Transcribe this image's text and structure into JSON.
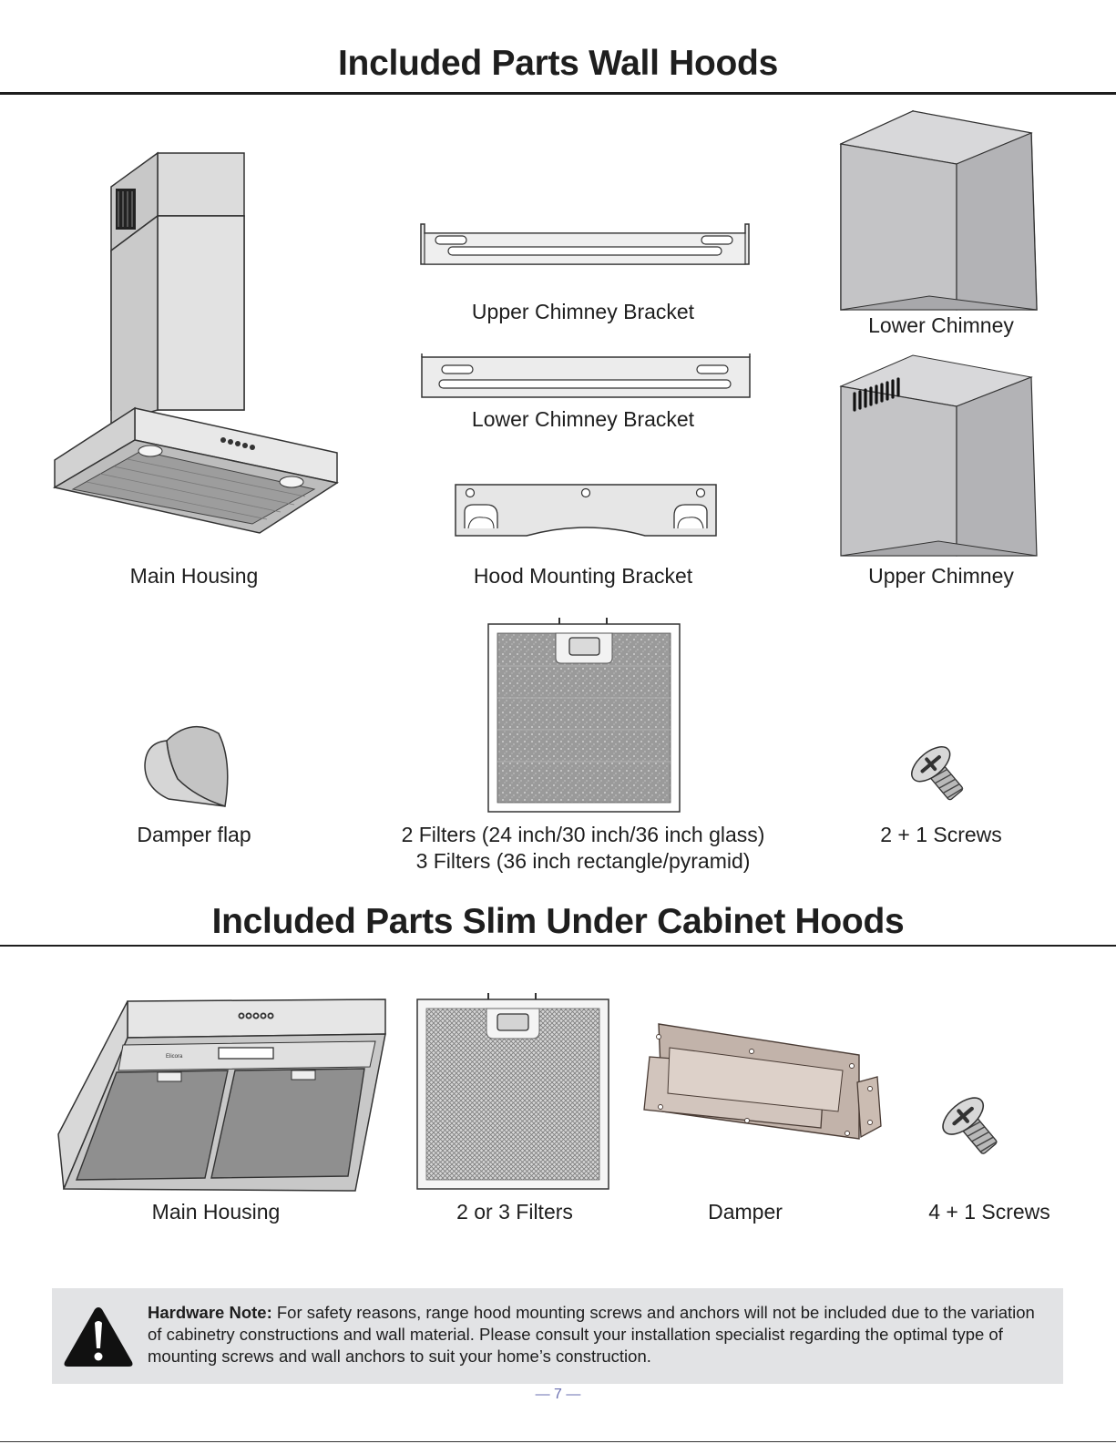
{
  "wall_section": {
    "title": "Included Parts Wall Hoods",
    "captions": {
      "main_housing": "Main Housing",
      "upper_chimney_bracket": "Upper Chimney Bracket",
      "lower_chimney_bracket": "Lower Chimney Bracket",
      "hood_mounting_bracket": "Hood Mounting Bracket",
      "lower_chimney": "Lower Chimney",
      "upper_chimney": "Upper Chimney",
      "damper_flap": "Damper flap",
      "filters_line1": "2 Filters (24 inch/30 inch/36 inch glass)",
      "filters_line2": "3 Filters (36 inch rectangle/pyramid)",
      "screws": "2 + 1 Screws"
    }
  },
  "cabinet_section": {
    "title": "Included Parts Slim Under Cabinet Hoods",
    "captions": {
      "main_housing": "Main Housing",
      "filters": "2 or 3 Filters",
      "damper": "Damper",
      "screws": "4 + 1 Screws"
    }
  },
  "hardware_note": {
    "label": "Hardware Note:",
    "text": "For safety reasons, range hood mounting screws and anchors will not be included due to the variation of cabinetry constructions and wall material. Please consult your installation specialist regarding the optimal type of mounting screws and wall anchors to suit your home’s construction."
  },
  "page_number": "— 7 —",
  "brand_mark": "Elicora",
  "icons": [
    "warning-icon",
    "screw-icon"
  ]
}
